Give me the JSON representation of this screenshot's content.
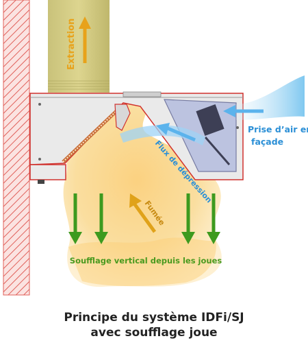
{
  "labels": {
    "extraction": "Extraction",
    "fresh_air_line1": "Prise d’air en",
    "fresh_air_line2": "façade",
    "depression_flow": "Flux de dépression",
    "smoke": "Fumée",
    "vertical_blow": "Soufflage vertical depuis les joues"
  },
  "caption": {
    "line1": "Principe du système IDFi/SJ",
    "line2": "avec soufflage joue"
  },
  "colors": {
    "extraction_label": "#e8a21a",
    "fresh_air_label": "#2b8fd6",
    "depression_label": "#2b8fd6",
    "smoke_label": "#c78a12",
    "vertical_blow_label": "#4a9a1f",
    "blow_arrows": "#3d9a1f",
    "hood_outline": "#d0312d",
    "wall_hatch": "#e0605a"
  }
}
